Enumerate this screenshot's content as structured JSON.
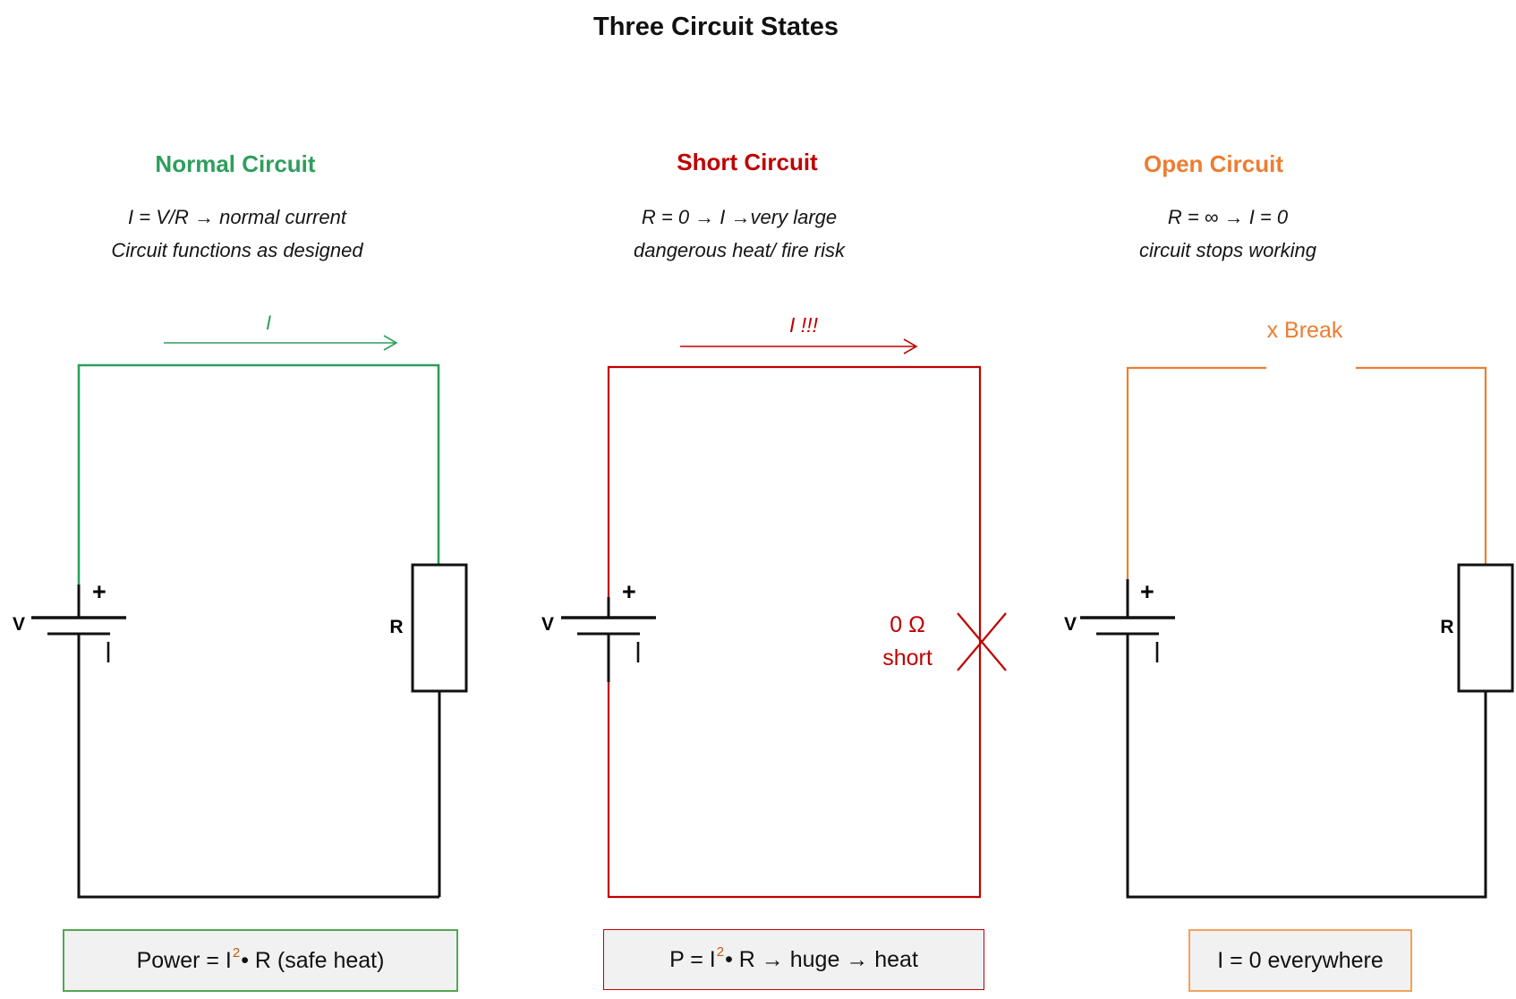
{
  "title": "Three Circuit States",
  "colors": {
    "normal": "#2E9E5C",
    "short": "#C00000",
    "open": "#ED7D31",
    "sup": "#C55A11"
  },
  "panels": [
    {
      "id": "normal",
      "heading": "Normal Circuit",
      "line1": "I = V/R → normal current",
      "line2": "Circuit functions as designed",
      "current_label": "I",
      "battery_label": "V",
      "battery_plus": "+",
      "resistor_label": "R",
      "formula": {
        "pre": "Power = I",
        "sup": "2",
        "post": " • R (safe heat)"
      }
    },
    {
      "id": "short",
      "heading": "Short Circuit",
      "line1": "R = 0 → I →very large",
      "line2": "dangerous heat/ fire risk",
      "current_label": "I !!!",
      "battery_label": "V",
      "battery_plus": "+",
      "short_label_line1": "0 Ω",
      "short_label_line2": "short",
      "formula": {
        "pre": "P = I",
        "sup": "2",
        "post": " • R → huge → heat"
      }
    },
    {
      "id": "open",
      "heading": "Open Circuit",
      "line1": "R = ∞ → I = 0",
      "line2": "circuit stops working",
      "break_label": "x Break",
      "battery_label": "V",
      "battery_plus": "+",
      "resistor_label": "R",
      "formula": {
        "pre": "I = 0 everywhere"
      }
    }
  ]
}
